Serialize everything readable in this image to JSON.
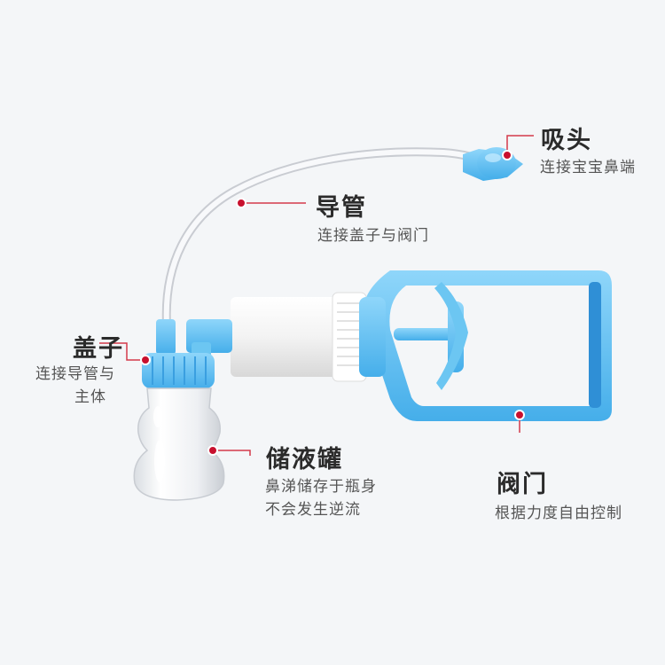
{
  "labels": {
    "nozzle": {
      "title": "吸头",
      "desc": "连接宝宝鼻端"
    },
    "tube": {
      "title": "导管",
      "desc": "连接盖子与阀门"
    },
    "cap": {
      "title": "盖子",
      "desc_line1": "连接导管与",
      "desc_line2": "主体"
    },
    "bottle": {
      "title": "储液罐",
      "desc_line1": "鼻涕储存于瓶身",
      "desc_line2": "不会发生逆流"
    },
    "valve": {
      "title": "阀门",
      "desc": "根据力度自由控制"
    }
  },
  "colors": {
    "background": "#f4f6f8",
    "accent_blue": "#6cc6f2",
    "accent_blue_dark": "#3aa7e6",
    "marker_red": "#c8102e",
    "leader_line": "#d33a4a"
  }
}
